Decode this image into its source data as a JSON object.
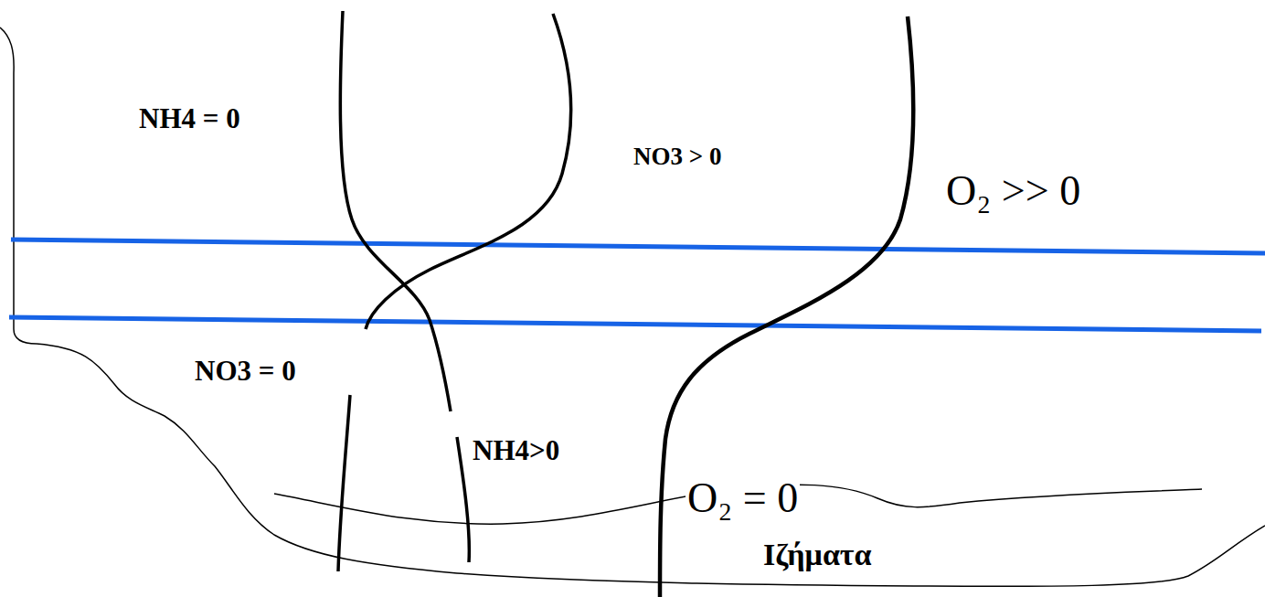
{
  "diagram": {
    "labels": [
      "NH4 = 0",
      "NO3 > 0",
      "O₂ >> 0",
      "NO3 = 0",
      "NH4>0",
      "O₂ = 0",
      "Ιζήματα"
    ]
  }
}
